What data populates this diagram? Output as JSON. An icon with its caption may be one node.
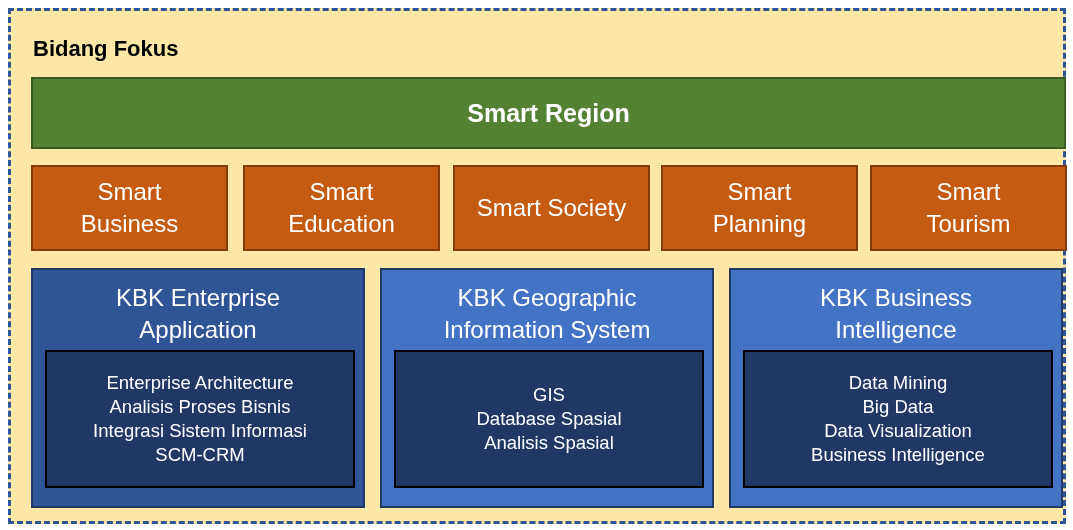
{
  "diagram": {
    "nodes": [
      {
        "text": [
          "Bidang Fokus"
        ]
      },
      {
        "text": [
          "Smart Region"
        ],
        "in": 0
      },
      {
        "text": [
          "Smart Business"
        ],
        "in": 0
      },
      {
        "text": [
          "Smart Education"
        ],
        "in": 0
      },
      {
        "text": [
          "Smart Society"
        ],
        "in": 0
      },
      {
        "text": [
          "Smart Planning"
        ],
        "in": 0
      },
      {
        "text": [
          "Smart Tourism"
        ],
        "in": 0
      },
      {
        "text": [
          "KBK Enterprise Application"
        ],
        "in": 0
      },
      {
        "text": [
          "Enterprise Architecture",
          "Analisis Proses Bisnis",
          "Integrasi Sistem Informasi",
          "SCM-CRM"
        ],
        "in": 7
      },
      {
        "text": [
          "KBK Geographic Information System"
        ],
        "in": 0
      },
      {
        "text": [
          "GIS",
          "Database Spasial",
          "Analisis Spasial"
        ],
        "in": 9
      },
      {
        "text": [
          "KBK Business Intelligence"
        ],
        "in": 0
      },
      {
        "text": [
          "Data Mining",
          "Big Data",
          "Data Visualization",
          "Business Intelligence"
        ],
        "in": 11
      }
    ]
  }
}
